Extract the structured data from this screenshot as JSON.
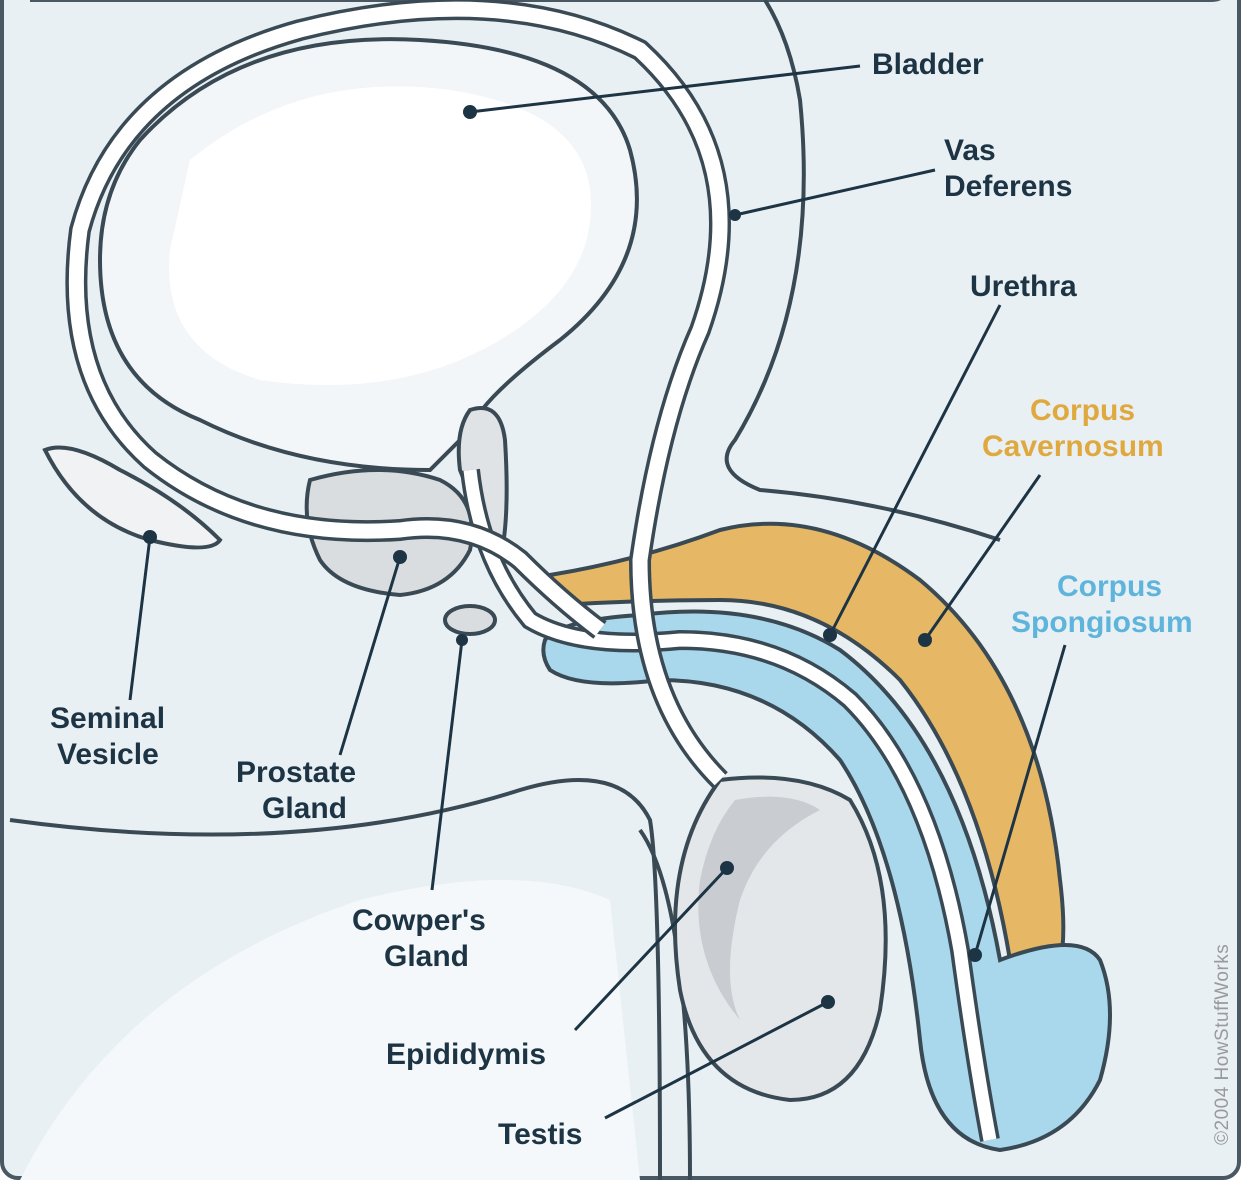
{
  "labels": {
    "bladder": "Bladder",
    "vas_deferens_1": "Vas",
    "vas_deferens_2": "Deferens",
    "urethra": "Urethra",
    "corpus_cavernosum_1": "Corpus",
    "corpus_cavernosum_2": "Cavernosum",
    "corpus_spongiosum_1": "Corpus",
    "corpus_spongiosum_2": "Spongiosum",
    "seminal_vesicle_1": "Seminal",
    "seminal_vesicle_2": "Vesicle",
    "prostate_gland_1": "Prostate",
    "prostate_gland_2": "Gland",
    "cowpers_gland_1": "Cowper's",
    "cowpers_gland_2": "Gland",
    "epididymis": "Epididymis",
    "testis": "Testis"
  },
  "credit": "©2004 HowStuffWorks",
  "colors": {
    "background": "#e9f0f4",
    "outline": "#3a4a55",
    "label_dark": "#1d3444",
    "cavernosum": "#e6b865",
    "spongiosum": "#a9d8ec",
    "label_gold": "#e0a93f",
    "label_blue": "#5fb4dc"
  }
}
